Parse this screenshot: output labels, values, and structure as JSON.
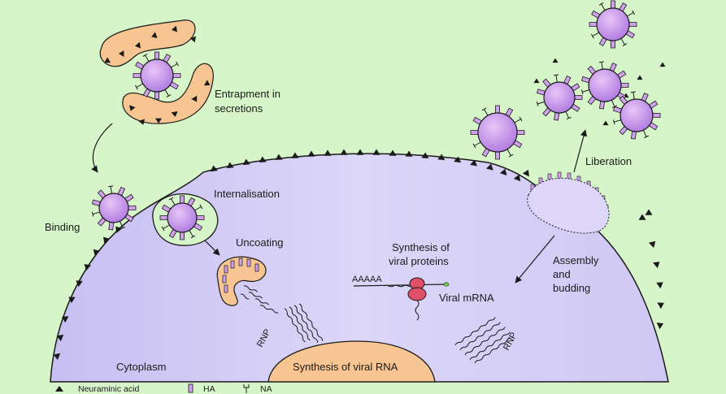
{
  "labels": {
    "entrapment_line1": "Entrapment in",
    "entrapment_line2": "secretions",
    "binding": "Binding",
    "internalisation": "Internalisation",
    "uncoating": "Uncoating",
    "synthesis_proteins_line1": "Synthesis of",
    "synthesis_proteins_line2": "viral proteins",
    "aaaaa": "AAAAA",
    "viral_mrna": "Viral mRNA",
    "rnp_left": "RNP",
    "rnp_right": "RNP",
    "cytoplasm": "Cytoplasm",
    "synthesis_rna": "Synthesis of viral RNA",
    "assembly_line1": "Assembly",
    "assembly_line2": "and",
    "assembly_line3": "budding",
    "liberation": "Liberation"
  },
  "legend": {
    "neuraminic_acid": "Neuraminic acid",
    "ha": "HA",
    "na": "NA"
  },
  "colors": {
    "background": "#d6f5c8",
    "cell": "#d2cbf5",
    "cell_edge": "#b5abe8",
    "virion": "#cfa0ec",
    "virion_core": "#b47ae0",
    "mucus": "#f7c591",
    "nucleus": "#f7c591",
    "ribosome": "#e0506a",
    "outline": "#1a1a1a"
  },
  "icons": [
    "neuraminic-acid-icon",
    "ha-spike-icon",
    "na-spike-icon",
    "virion-icon",
    "ribosome-icon"
  ]
}
